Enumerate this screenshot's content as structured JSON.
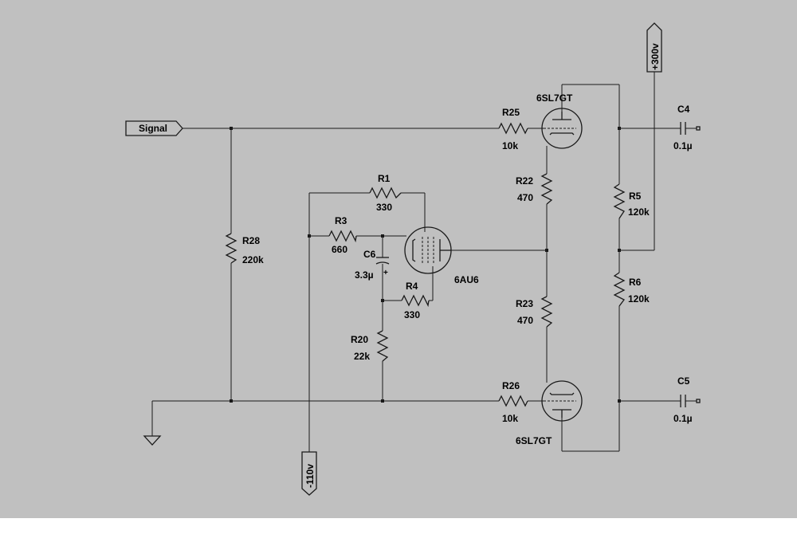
{
  "canvas": {
    "background": "#c0c0c0",
    "wire_color": "#1a1a1a"
  },
  "net_labels": {
    "signal": "Signal",
    "plus_supply": "+300v",
    "minus_supply": "-110v"
  },
  "components": {
    "r1": {
      "ref": "R1",
      "value": "330"
    },
    "r3": {
      "ref": "R3",
      "value": "660"
    },
    "r4": {
      "ref": "R4",
      "value": "330"
    },
    "r5": {
      "ref": "R5",
      "value": "120k"
    },
    "r6": {
      "ref": "R6",
      "value": "120k"
    },
    "r20": {
      "ref": "R20",
      "value": "22k"
    },
    "r22": {
      "ref": "R22",
      "value": "470"
    },
    "r23": {
      "ref": "R23",
      "value": "470"
    },
    "r25": {
      "ref": "R25",
      "value": "10k"
    },
    "r26": {
      "ref": "R26",
      "value": "10k"
    },
    "r28": {
      "ref": "R28",
      "value": "220k"
    },
    "c4": {
      "ref": "C4",
      "value": "0.1µ"
    },
    "c5": {
      "ref": "C5",
      "value": "0.1µ"
    },
    "c6": {
      "ref": "C6",
      "value": "3.3µ",
      "polarity_mark": "+"
    },
    "v_top": {
      "model": "6SL7GT"
    },
    "v_bottom": {
      "model": "6SL7GT"
    },
    "v_mid": {
      "model": "6AU6"
    }
  }
}
